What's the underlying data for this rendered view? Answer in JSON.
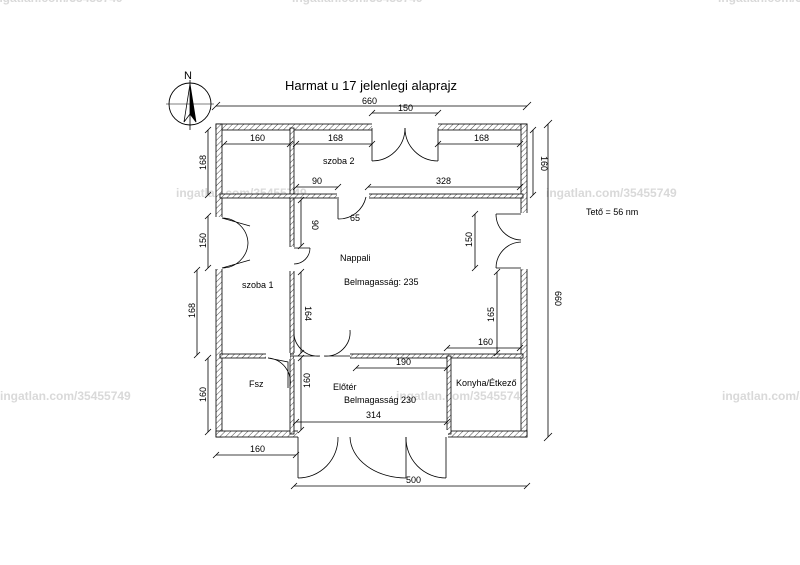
{
  "title": "Harmat u 17 jelenlegi alaprajz",
  "compass_letter": "N",
  "roof_note": "Tető = 56 nm",
  "watermark": "ingatlan.com/35455749",
  "rooms": {
    "szoba2": "szoba 2",
    "szoba1": "szoba 1",
    "nappali": "Nappali",
    "nappali_height": "Belmagasság: 235",
    "fsz": "Fsz",
    "eloter": "Előtér",
    "eloter_height": "Belmagasság 230",
    "konyha": "Konyha/Étkező"
  },
  "dims": {
    "top_660": "660",
    "top_150": "150",
    "right_660": "660",
    "right_160": "160",
    "bottom_500": "500",
    "bottom_160": "160",
    "left_168_top": "168",
    "left_150": "150",
    "left_168_mid": "168",
    "left_160_bottom": "160",
    "s2_160": "160",
    "s2_168_left": "168",
    "s2_168_right": "168",
    "s2_90": "90",
    "s2_328": "328",
    "n_90": "90",
    "n_65": "65",
    "n_150": "150",
    "n_164": "164",
    "n_165": "165",
    "n_160": "160",
    "e_190": "190",
    "e_160": "160",
    "e_314": "314"
  }
}
